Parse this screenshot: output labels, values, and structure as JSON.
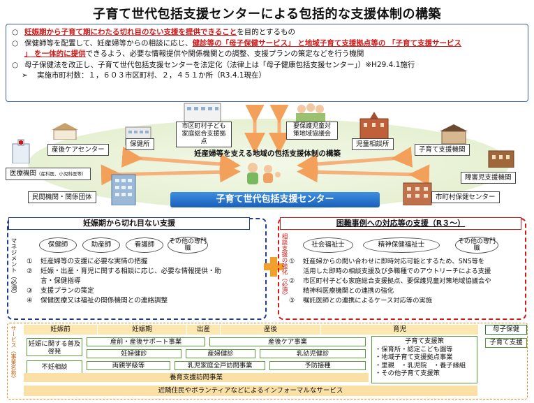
{
  "title": "子育て世代包括支援センターによる包括的な支援体制の構築",
  "intro": {
    "line1_mark": "○",
    "line1_red": "妊娠期から子育て期にわたる切れ目のない支援を提供できること",
    "line1_rest": "を目的とするもの",
    "line2_mark": "○",
    "line2_a": "保健師等を配置して、妊産婦等からの相談に応じ、",
    "line2_red1": "健診等の「母子保健サービス」 と地域子育て支援拠点等の 「子育て支援サービス",
    "line3_red2": "」 を一体的に提供",
    "line3_rest": "できるよう、必要な情報提供や関係機関との調整、支援プランの策定などを行う機関",
    "line4_mark": "○",
    "line4": "母子保健法を改正し、子育て世代包括支援センターを法定化（法律上は「母子健康包括支援センター」）※H29.4.1施行",
    "line5_mark": "➢",
    "line5": "実施市町村数：１，６０３市区町村、２，４５１か所（R3.4.1現在）"
  },
  "network": {
    "caption": "妊産婦等を支える地域の包括支援体制の構築",
    "center": "子育て世代包括支援センター",
    "nodes": {
      "sango": "産後ケアセンター",
      "hokenjo": "保健所",
      "kyoten": "市区町村子ども家庭総合支援拠点",
      "yoho": "要保護児童対策地域協議会",
      "jido": "児童相談所",
      "kosodate": "子育て支援機関",
      "shogai": "障害児支援機関",
      "iryo": "医療機関",
      "iryo_small": "（産科医、小児科医等）",
      "minkan": "民間機関・関係団体",
      "hoken_center": "市町村保健センター"
    }
  },
  "left_panel": {
    "header": "妊娠期から切れ目ない支援",
    "vlabel": "マネジメント（必須）",
    "pills": [
      "保健師",
      "助産師",
      "看護師",
      "その他の専門職"
    ],
    "items": [
      {
        "num": "①",
        "text": "妊産婦等の支援に必要な実情の把握"
      },
      {
        "num": "②",
        "text": "妊娠・出産・育児に関する相談に応じ、必要な情報提供・助"
      },
      {
        "num": "",
        "text": "言・保健指導"
      },
      {
        "num": "③",
        "text": "支援プランの策定"
      },
      {
        "num": "④",
        "text": "保健医療又は福祉の関係機関との連絡調整"
      }
    ]
  },
  "right_panel": {
    "header": "困難事例への対応等の支援（R３～）",
    "vlabel": "相談支援の強化（必須）",
    "pills": [
      "社会福祉士",
      "精神保健福祉士",
      "その他の専門職"
    ],
    "items": [
      {
        "num": "①",
        "text": "妊産婦からの問い合わせに即時対応可能とするため、SNS等を"
      },
      {
        "num": "",
        "text": "活用した即時の相談支援及び多職種でのアウトリーチによる支援"
      },
      {
        "num": "②",
        "text": "市区町村子ども家庭総合支援拠点、要保護児童対策地域協議会や"
      },
      {
        "num": "",
        "text": "精神科医療機関との連携の強化"
      },
      {
        "num": "③",
        "text": "嘱託医師との連携によるケース対応等の実施"
      }
    ]
  },
  "services": {
    "vlabel": "サービス（事業名称）",
    "stages": [
      "妊娠前",
      "妊娠期",
      "出産",
      "産後",
      "育児"
    ],
    "tags": [
      "母子保健",
      "子育て支援"
    ],
    "ninshin_soudan": "妊娠に関する普及啓発",
    "funin": "不妊相談",
    "sanzen": "産前・産後サポート事業",
    "sango_care": "産後ケア事業",
    "ninpu_kenshin": "妊婦健診",
    "sanpu_kenshin": "産婦健診",
    "nyuyoji_kenshin": "乳幼児健診",
    "ryoshin": "両親学級等",
    "nyuji_houmon": "乳児家庭全戸訪問事業",
    "yobo": "予防接種",
    "yoiku": "養育支援訪問事業",
    "kosodate_title": "子育て支援策",
    "kosodate_items": [
      "・保育所・認定こども園等",
      "・地域子育て支援拠点事業",
      "・里親　・乳児院　・養子縁組",
      "・その他子育て支援策"
    ],
    "informal": "近隣住民やボランティアなどによるインフォーマルなサービス"
  }
}
